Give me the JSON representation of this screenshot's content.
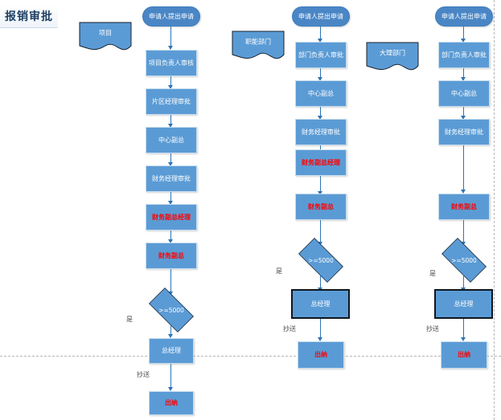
{
  "page": {
    "title": "报销审批",
    "accent_color": "#5b9bd5",
    "accent_dark": "#2e75b6",
    "red_color": "#ff0000",
    "guide_color": "#b6b6b6"
  },
  "banners": [
    {
      "label": "项目"
    },
    {
      "label": "职能部门"
    },
    {
      "label": "大理部门"
    }
  ],
  "lanes": [
    {
      "name": "项目",
      "nodes": [
        {
          "label": "申请人提出申请",
          "shape": "terminator",
          "color": "white"
        },
        {
          "label": "项目负责人审核",
          "shape": "process",
          "color": "white"
        },
        {
          "label": "片区经理审批",
          "shape": "process",
          "color": "white"
        },
        {
          "label": "中心副总",
          "shape": "process",
          "color": "white"
        },
        {
          "label": "财务经理审批",
          "shape": "process",
          "color": "white"
        },
        {
          "label": "财务副总经理",
          "shape": "process",
          "color": "red"
        },
        {
          "label": "财务副总",
          "shape": "process",
          "color": "red"
        },
        {
          "label": ">=5000",
          "shape": "decision",
          "color": "white"
        },
        {
          "label": "总经理",
          "shape": "process",
          "color": "white"
        },
        {
          "label": "出纳",
          "shape": "process",
          "color": "red"
        }
      ],
      "captions": [
        {
          "label": "是"
        },
        {
          "label": "抄送"
        }
      ]
    },
    {
      "name": "职能部门",
      "nodes": [
        {
          "label": "申请人提出申请",
          "shape": "terminator",
          "color": "white"
        },
        {
          "label": "部门负责人审批",
          "shape": "process",
          "color": "white"
        },
        {
          "label": "中心副总",
          "shape": "process",
          "color": "white"
        },
        {
          "label": "财务经理审批",
          "shape": "process",
          "color": "white"
        },
        {
          "label": "财务副总经理",
          "shape": "process",
          "color": "red"
        },
        {
          "label": "财务副总",
          "shape": "process",
          "color": "red"
        },
        {
          "label": ">=5000",
          "shape": "decision",
          "color": "white"
        },
        {
          "label": "总经理",
          "shape": "process",
          "color": "white",
          "selected": true
        },
        {
          "label": "出纳",
          "shape": "process",
          "color": "red"
        }
      ],
      "captions": [
        {
          "label": "是"
        },
        {
          "label": "抄送"
        }
      ]
    },
    {
      "name": "大理部门",
      "nodes": [
        {
          "label": "申请人提出申请",
          "shape": "terminator",
          "color": "white"
        },
        {
          "label": "部门负责人审批",
          "shape": "process",
          "color": "white"
        },
        {
          "label": "中心副总",
          "shape": "process",
          "color": "white"
        },
        {
          "label": "财务经理审批",
          "shape": "process",
          "color": "white"
        },
        {
          "label": "财务副总",
          "shape": "process",
          "color": "red"
        },
        {
          "label": ">=5000",
          "shape": "decision",
          "color": "white"
        },
        {
          "label": "总经理",
          "shape": "process",
          "color": "white",
          "selected": true
        },
        {
          "label": "出纳",
          "shape": "process",
          "color": "red"
        }
      ],
      "captions": [
        {
          "label": "是"
        },
        {
          "label": "抄送"
        }
      ]
    }
  ]
}
